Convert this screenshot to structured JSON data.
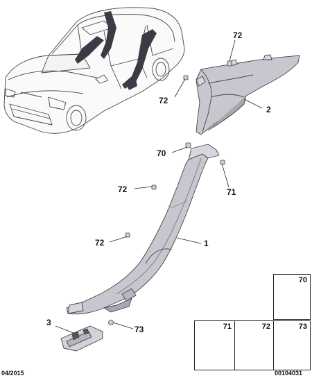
{
  "callouts": {
    "c72_top": "72",
    "c72_left": "72",
    "c2": "2",
    "c70": "70",
    "c71": "71",
    "c72_mid": "72",
    "c72_low": "72",
    "c1": "1",
    "c3": "3",
    "c73": "73"
  },
  "legend_boxes": {
    "box70": "70",
    "box71": "71",
    "box72": "72",
    "box73": "73"
  },
  "footer": {
    "date": "04/2015",
    "ref": "00104031"
  },
  "colors": {
    "trim": "#c9c6cf",
    "trim_shade": "#a9a6b0",
    "highlight": "#3c3a44",
    "outline": "#333333"
  }
}
